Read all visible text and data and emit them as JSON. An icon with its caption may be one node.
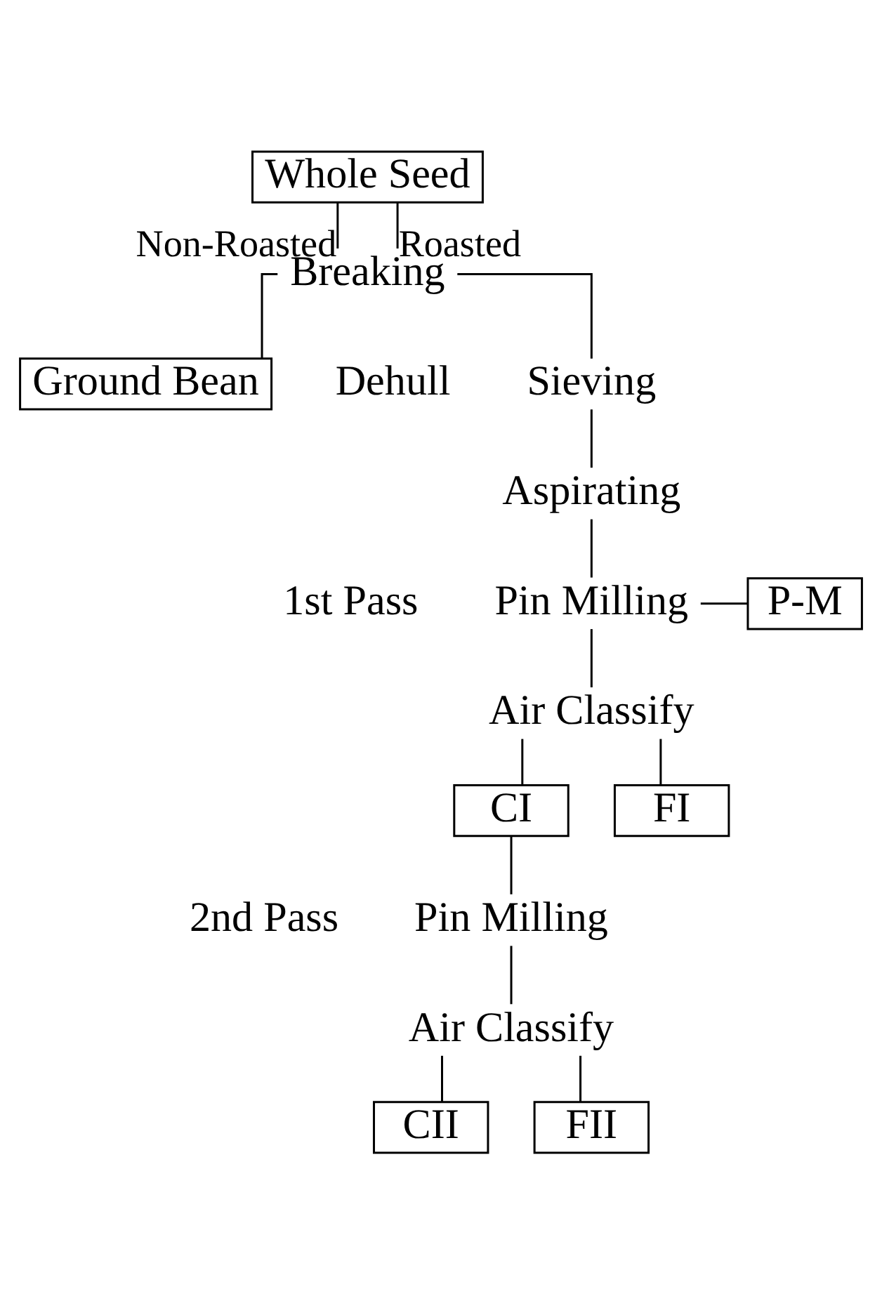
{
  "diagram": {
    "nodes": [
      {
        "text": [
          "Whole Seed"
        ]
      },
      {
        "text": [
          "Breaking"
        ]
      },
      {
        "text": [
          "Ground Bean"
        ]
      },
      {
        "text": [
          "Sieving"
        ]
      },
      {
        "text": [
          "Aspirating"
        ]
      },
      {
        "text": [
          "Pin Milling"
        ]
      },
      {
        "text": [
          "P-M"
        ]
      },
      {
        "text": [
          "Air Classify"
        ]
      },
      {
        "text": [
          "CI"
        ]
      },
      {
        "text": [
          "FI"
        ]
      },
      {
        "text": [
          "Pin Milling"
        ]
      },
      {
        "text": [
          "Air Classify"
        ]
      },
      {
        "text": [
          "CII"
        ]
      },
      {
        "text": [
          "FII"
        ]
      }
    ],
    "edges": [
      {
        "from": 0,
        "to": 1,
        "arrow": "none",
        "label": "Non-Roasted"
      },
      {
        "from": 0,
        "to": 1,
        "arrow": "none",
        "label": "Roasted"
      },
      {
        "from": 1,
        "to": 2,
        "arrow": "none"
      },
      {
        "from": 1,
        "to": 3,
        "arrow": "none"
      },
      {
        "from": 3,
        "to": 4,
        "arrow": "none"
      },
      {
        "from": 4,
        "to": 5,
        "arrow": "none"
      },
      {
        "from": 5,
        "to": 6,
        "arrow": "none"
      },
      {
        "from": 5,
        "to": 7,
        "arrow": "none"
      },
      {
        "from": 7,
        "to": 8,
        "arrow": "none"
      },
      {
        "from": 7,
        "to": 9,
        "arrow": "none"
      },
      {
        "from": 8,
        "to": 10,
        "arrow": "none"
      },
      {
        "from": 10,
        "to": 11,
        "arrow": "none"
      },
      {
        "from": 11,
        "to": 12,
        "arrow": "none"
      },
      {
        "from": 11,
        "to": 13,
        "arrow": "none"
      }
    ],
    "labels": [
      "Dehull",
      "1st Pass",
      "2nd Pass"
    ]
  }
}
